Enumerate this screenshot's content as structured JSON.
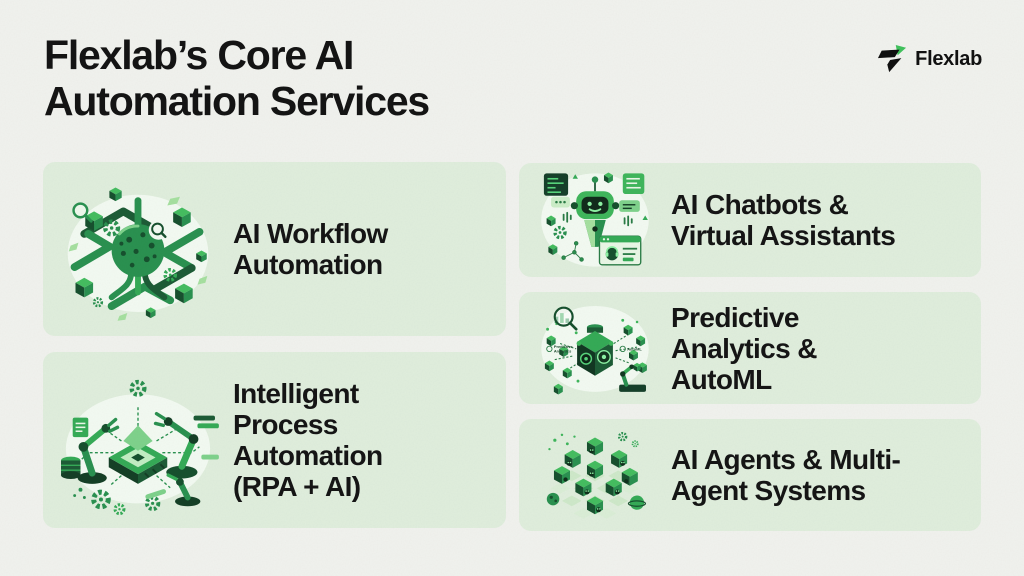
{
  "header": {
    "title_line1": "Flexlab’s Core AI",
    "title_line2": "Automation Services"
  },
  "brand": {
    "name": "Flexlab"
  },
  "cards": [
    {
      "id": "ai-workflow-automation",
      "lines": [
        "AI Workflow",
        "Automation"
      ],
      "illustration": "workflow-network-illustration"
    },
    {
      "id": "intelligent-process-automation",
      "lines": [
        "Intelligent",
        "Process",
        "Automation",
        "(RPA + AI)"
      ],
      "illustration": "rpa-chip-robot-arms-illustration"
    },
    {
      "id": "ai-chatbots-virtual-assistants",
      "lines": [
        "AI Chatbots &",
        "Virtual Assistants"
      ],
      "illustration": "chatbot-robot-illustration"
    },
    {
      "id": "predictive-analytics-automl",
      "lines": [
        "Predictive",
        "Analytics &",
        "AutoML"
      ],
      "illustration": "predictive-analytics-cube-illustration"
    },
    {
      "id": "ai-agents-multi-agent-systems",
      "lines": [
        "AI Agents & Multi-",
        "Agent Systems"
      ],
      "illustration": "multi-agent-cubes-illustration"
    }
  ],
  "illustration_labels": {
    "predictive_left_line1": "Predictive",
    "predictive_left_line2": "Analytics",
    "predictive_right": "AutoML"
  },
  "colors": {
    "page_background": "#f1f2ee",
    "card_background": "#e0eedd",
    "title_text": "#141414",
    "green_dark": "#17502e",
    "green_primary": "#2a9150",
    "green_bright": "#45bd60",
    "green_light": "#a6e0a0",
    "logo_green": "#3fc25c"
  }
}
